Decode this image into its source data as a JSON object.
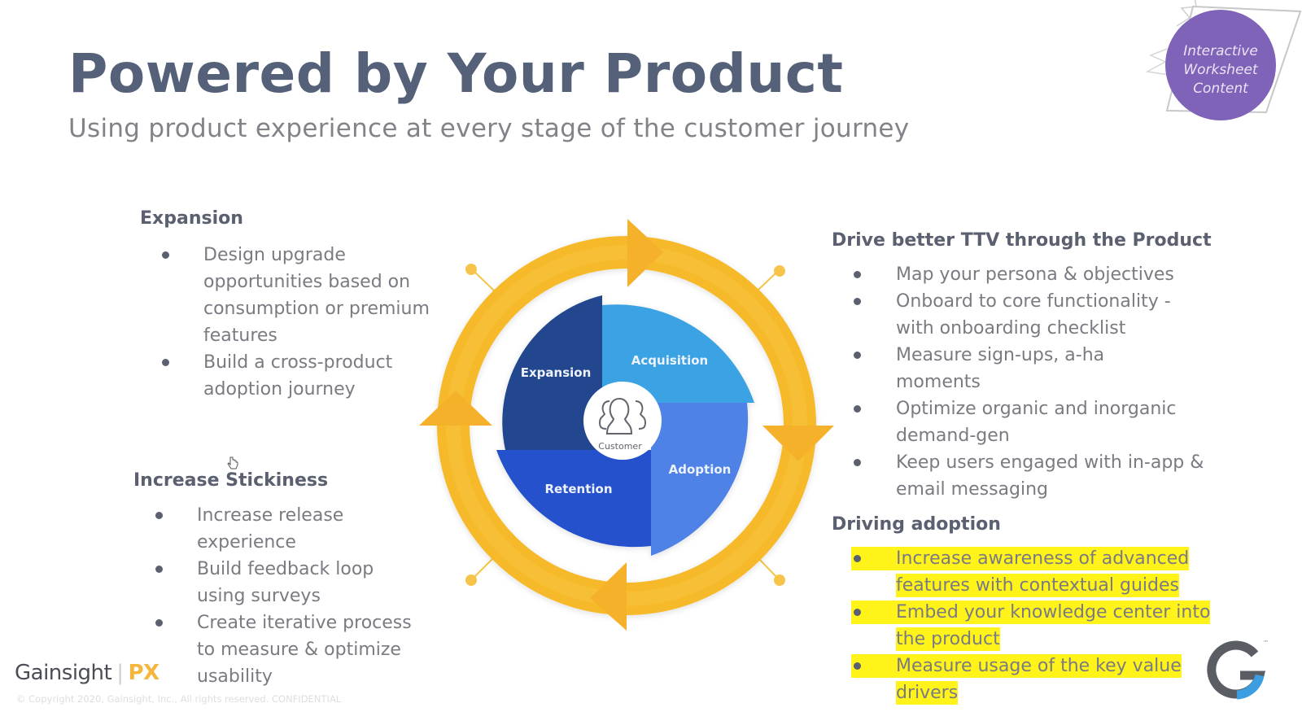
{
  "slide": {
    "title": "Powered by Your Product",
    "subtitle": "Using product experience at every stage of the customer journey"
  },
  "badge": {
    "line1": "Interactive",
    "line2": "Worksheet",
    "line3": "Content",
    "color": "#7f63b8"
  },
  "sections": {
    "expansion": {
      "heading": "Expansion",
      "items": [
        "Design upgrade opportunities based on consumption or premium features",
        "Build a cross-product adoption journey"
      ]
    },
    "stickiness": {
      "heading": "Increase Stickiness",
      "items": [
        "Increase release experience",
        "Build feedback loop using surveys",
        "Create iterative process to measure & optimize usability"
      ]
    },
    "ttv": {
      "heading": "Drive better TTV through the Product",
      "items": [
        "Map your persona & objectives",
        "Onboard to core functionality - with onboarding checklist",
        "Measure sign-ups, a-ha moments",
        "Optimize organic and inorganic demand-gen",
        "Keep users engaged with in-app & email messaging"
      ]
    },
    "adoption": {
      "heading": "Driving adoption",
      "highlight_color": "#fff31a",
      "items": [
        "Increase awareness of advanced features with contextual guides",
        "Embed your knowledge center into the product",
        "Measure usage of the key value drivers"
      ]
    }
  },
  "diagram": {
    "center_label": "Customer",
    "ring_color": "#f6b92b",
    "quadrants": [
      {
        "label": "Expansion",
        "color": "#22468e"
      },
      {
        "label": "Acquisition",
        "color": "#3aa3e3"
      },
      {
        "label": "Adoption",
        "color": "#4f82e6"
      },
      {
        "label": "Retention",
        "color": "#2551cc"
      }
    ]
  },
  "footer": {
    "brand": "Gainsight",
    "product": "PX",
    "copyright": "© Copyright 2020, Gainsight, Inc., All rights reserved. CONFIDENTIAL"
  }
}
